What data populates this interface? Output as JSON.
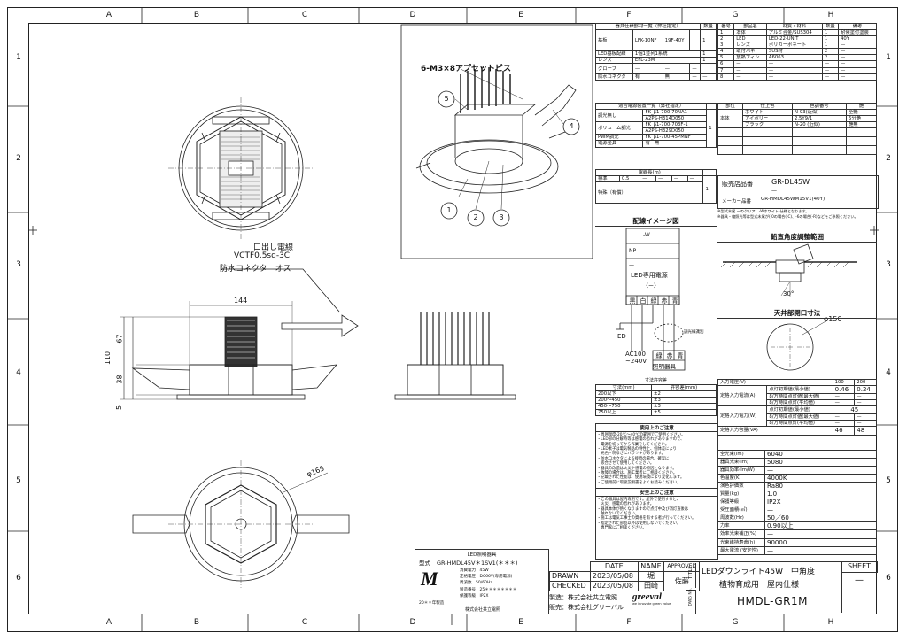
{
  "grid": {
    "columns": [
      "A",
      "B",
      "C",
      "D",
      "E",
      "F",
      "G",
      "H"
    ],
    "rows": [
      "1",
      "2",
      "3",
      "4",
      "5",
      "6"
    ]
  },
  "callouts": {
    "screws": "6-M3×8アプセットビス",
    "parts": [
      "1",
      "2",
      "3",
      "4",
      "5"
    ]
  },
  "labels": {
    "cable_title": "口出し電線",
    "cable_spec": "VCTF0.5sq-3C",
    "connector": "防水コネクタ　オス",
    "dim_144": "144",
    "dim_110": "110",
    "dim_67": "67",
    "dim_38": "38",
    "dim_5": "5",
    "dim_165": "φ165",
    "dim_150": "φ150",
    "angle_30": "30°"
  },
  "equipment_table": {
    "header": "器具仕様部材一覧（弊社指定）",
    "qty_header": "数量",
    "rows": [
      {
        "label": "基板",
        "c1": "LFK-10NF",
        "c2": "19F-40Y",
        "c3": "",
        "qty": "1"
      },
      {
        "label": "",
        "c1": "",
        "c2": "",
        "c3": "",
        "qty": ""
      },
      {
        "label": "LED基板配線",
        "c1": "1個1並列1系統",
        "c2": "",
        "c3": "",
        "qty": "1"
      },
      {
        "label": "レンズ",
        "c1": "EFL-23M",
        "c2": "",
        "c3": "",
        "qty": "1"
      },
      {
        "label": "グローブ",
        "c1": "—",
        "c2": "—",
        "c3": "—",
        "qty": ""
      },
      {
        "label": "防水コネクタ",
        "c1": "有",
        "c2": "無",
        "c3": "—",
        "qty": "—"
      }
    ]
  },
  "parts_table": {
    "headers": [
      "番号",
      "部品名",
      "材質・材料",
      "数量",
      "備考"
    ],
    "rows": [
      [
        "1",
        "本体",
        "アルミ合金/SUS304",
        "1",
        "耐候塗付塗装"
      ],
      [
        "2",
        "LED",
        "LED-22-UNIT",
        "1",
        "40Y"
      ],
      [
        "3",
        "レンズ",
        "ポリカーボネート",
        "1",
        "—"
      ],
      [
        "4",
        "取付バネ",
        "SUS材",
        "2",
        "—"
      ],
      [
        "5",
        "放熱フィン",
        "A6063",
        "2",
        "—"
      ],
      [
        "6",
        "—",
        "—",
        "—",
        "—"
      ],
      [
        "7",
        "—",
        "—",
        "—",
        "—"
      ],
      [
        "8",
        "—",
        "—",
        "—",
        "—"
      ]
    ]
  },
  "power_table": {
    "header": "適合電源装置一覧（弊社指定）",
    "rows": [
      {
        "label": "調光無し",
        "value": "FK_β1-700-70NA1"
      },
      {
        "label": "",
        "value": "A2PS-H314D050"
      },
      {
        "label": "ボリューム調光",
        "value": "FK_β1-700-703F-1"
      },
      {
        "label": "",
        "value": "A2PS-H329D050"
      },
      {
        "label": "PWM調光",
        "value": "FK_β1-700-45PMNF"
      },
      {
        "label": "電源金具",
        "value": "有　無"
      }
    ],
    "qty": "1"
  },
  "finish_table": {
    "headers": [
      "部位",
      "仕上色",
      "色調番号",
      "艶"
    ],
    "part": "本体",
    "rows": [
      [
        "ホワイト",
        "N-93(近似)",
        "全艶"
      ],
      [
        "アイボリー",
        "2.5Y9/1",
        "5分艶"
      ],
      [
        "ブラック",
        "N-20 (近似)",
        "艶無"
      ]
    ]
  },
  "cable_table": {
    "header": "電線長(m)",
    "standard_label": "標準",
    "standard_value": "0.5",
    "special_label": "特殊（有償）",
    "qty": "1"
  },
  "sales": {
    "label": "販売店品番",
    "value": "GR-DL45W",
    "dash": "—",
    "maker_label": "メーカー品番",
    "maker_value": "GR-HMDL45WM15V1(40Y)",
    "note1": "※型式末尾 ーのクリア　-Wホワイト 仕様となります。",
    "note2": "※器具・縮照光等は型式末尾が(-0の場合(-C)、-6の場合(-R)などをご参照ください。"
  },
  "wiring": {
    "title": "配線イメージ図",
    "w_label": "-W",
    "np": "NP",
    "dash": "—",
    "psu_label": "LED専用電源",
    "psu_sub": "〈ー〉",
    "terminals": [
      "黒",
      "白",
      "緑",
      "赤",
      "青"
    ],
    "ed": "ED",
    "ac": "AC100\n~240V",
    "dimmer": "照明器具",
    "terminals2": [
      "緑",
      "赤",
      "青"
    ],
    "note": "調光線識別"
  },
  "ceiling": {
    "angle_title": "鉛直角度調整範囲",
    "cutout_title": "天井部開口寸法"
  },
  "tolerance": {
    "headers": [
      "寸法(mm)",
      "許容差(mm)"
    ],
    "rows": [
      [
        "200以下",
        "±2"
      ],
      [
        "200～450",
        "±3"
      ],
      [
        "450～750",
        "±3"
      ],
      [
        "750以上",
        "±5"
      ]
    ]
  },
  "cautions": {
    "title": "使用上のご注意",
    "lines": [
      "・周囲温度-20℃～40℃の範囲でご使用ください。",
      "・LED部の分解時等は感電の恐れがありますので、",
      "　電源を切ってから作業をしてください。",
      "・LED素子は電気製品の特性上、個体差により",
      "　光色・明るさにバラツキがあります。",
      "・防水コネクタによる接続の場合、確実に",
      "　嵌合させて使用してください。",
      "・器具の改造は火災や感電の原因となります。",
      "・故障の場合は、施工業者にご相談ください。",
      "・記載された性能は、使用環境により変化します。",
      "・ご使用前に取扱説明書をよくお読みください。"
    ],
    "safety_title": "安全上のご注意",
    "safety_lines": [
      "・この器具は屋内専用です。屋外で使用すると、",
      "　火災、感電の恐れがあります。",
      "・器具本体が熱くなりますので点灯中及び消灯直後は",
      "　触れないでください。",
      "・施工は電気工事士の資格を有する者が行ってください。",
      "・指定された部品以外は使用しないでください。",
      "　専門家にご相談ください。"
    ]
  },
  "specs": {
    "watt_label": "入力電圧(V)",
    "v1": "100",
    "v2": "200",
    "rows": [
      {
        "label": "定格入力電流(A)",
        "sub": "点灯初期値(最小値)",
        "a": "0.46",
        "b": "0.24"
      },
      {
        "label": "",
        "sub": "8/万時間点灯値(最大値)",
        "a": "—",
        "b": "—"
      },
      {
        "label": "",
        "sub": "8/万時間点灯(平均値)",
        "a": "—",
        "b": "—"
      },
      {
        "label": "定格入力電力(W)",
        "sub": "点灯初期値(最小値)",
        "a": "45",
        "b": ""
      },
      {
        "label": "",
        "sub": "8/万時間点灯値(最大値)",
        "a": "—",
        "b": "—"
      },
      {
        "label": "",
        "sub": "8/万時間点灯(平均値)",
        "a": "—",
        "b": "—"
      },
      {
        "label": "定格入力容量(VA)",
        "sub": "",
        "a": "46",
        "b": "48"
      }
    ],
    "list": [
      [
        "全光束(lm)",
        "6040"
      ],
      [
        "器具光束(lm)",
        "5080"
      ],
      [
        "器具効率(lm/W)",
        "—"
      ],
      [
        "色温度(K)",
        "4000K"
      ],
      [
        "演色評価数",
        "Ra80"
      ],
      [
        "質量(kg)",
        "1.0"
      ],
      [
        "保護等級",
        "IP2X"
      ],
      [
        "受圧面積(㎡)",
        "—"
      ],
      [
        "周波数(Hz)",
        "50／60"
      ],
      [
        "力率",
        "0.90以上"
      ],
      [
        "効率光束補正(%)",
        "—"
      ],
      [
        "光束維持寿命(h)",
        "90000"
      ],
      [
        "最大電流 (安定性)",
        "—"
      ]
    ]
  },
  "nameplate": {
    "title": "LED照明器具",
    "model_label": "型式",
    "model_value": "GR-HMDL45V＊1SV1(＊＊＊)",
    "rows": [
      [
        "消費電力",
        "45W"
      ],
      [
        "定格電圧",
        "DC66V(専用電源)"
      ],
      [
        "周波数",
        "50/60Hz"
      ],
      [
        "製造番号",
        "25＊＊＊＊＊＊＊＊"
      ],
      [
        "保護等級",
        "IP2X"
      ]
    ],
    "year": "20＊＊年製造",
    "maker": "株式会社共立電照"
  },
  "title_block": {
    "date_h": "DATE",
    "name_h": "NAME",
    "approved_h": "APPROVED",
    "drawn": "DRAWN",
    "drawn_date": "2023/05/08",
    "drawn_name": "堀",
    "checked": "CHECKED",
    "checked_date": "2023/05/08",
    "checked_name": "田崎",
    "approver": "佐藤",
    "maker": "製造：株式会社共立電照",
    "seller": "販売：株式会社グリーバル",
    "title_lbl": "TITLE",
    "dwg_lbl": "DWG No.",
    "title1": "LEDダウンライト45W　中角度",
    "title2": "植物育成用　屋内仕様",
    "dwg": "HMDL-GR1M",
    "sheet_h": "SHEET",
    "sheet": "—",
    "brand": "greeval",
    "brand_sub": "we innovate green value"
  }
}
